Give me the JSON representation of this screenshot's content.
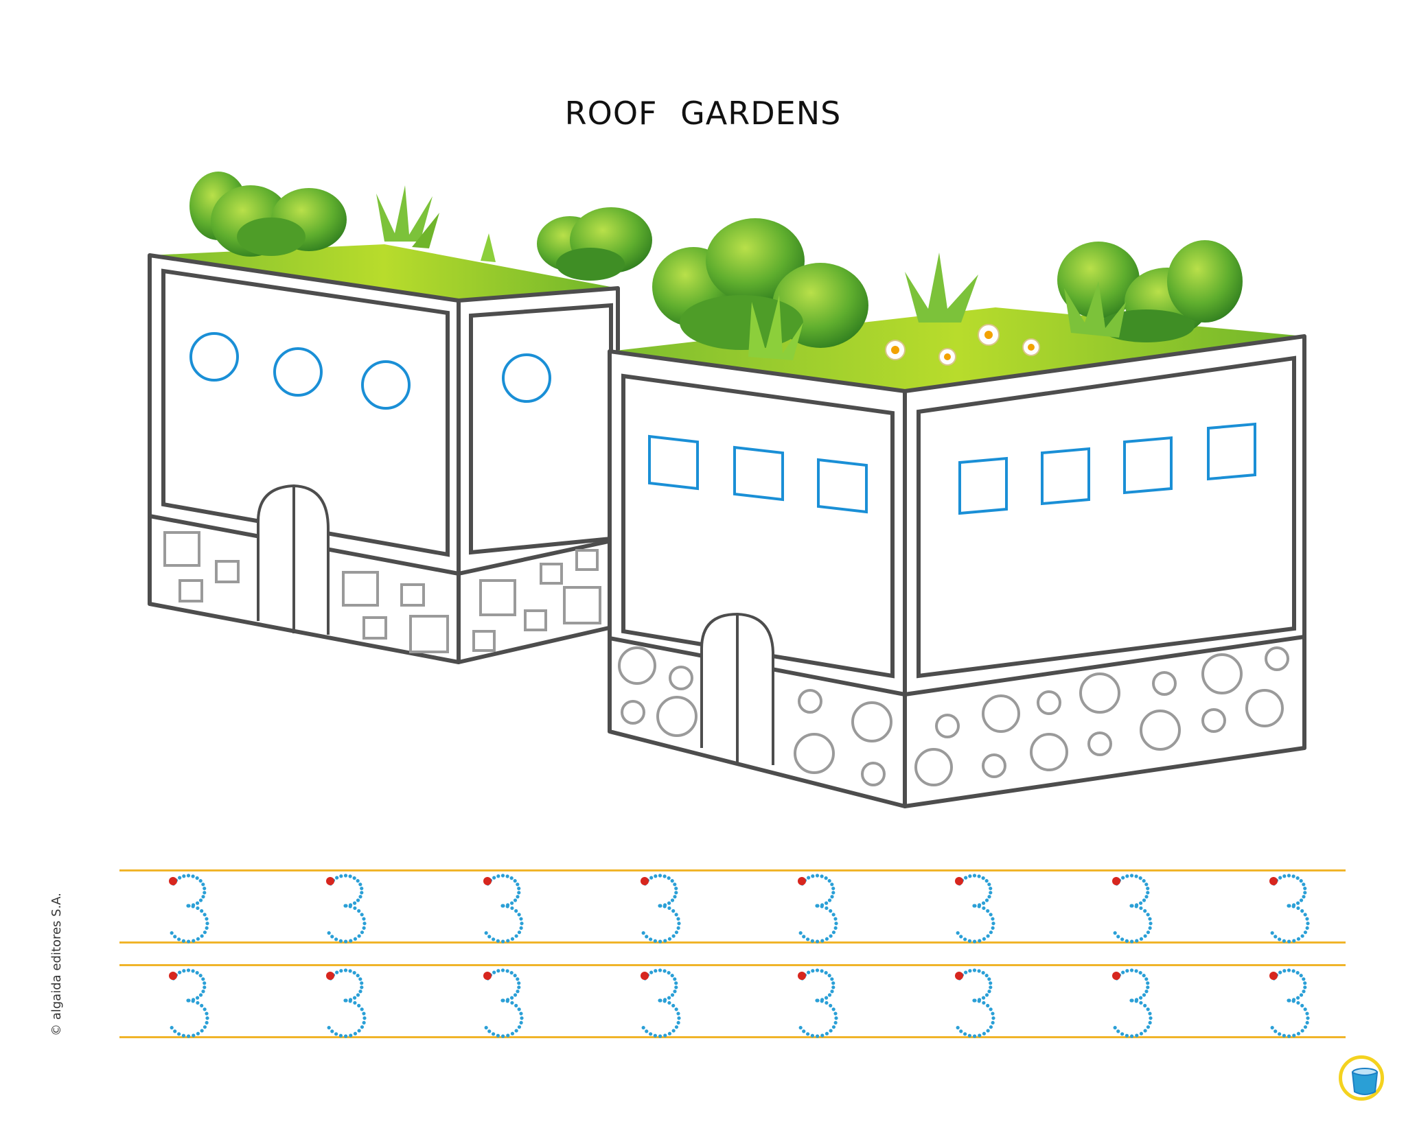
{
  "title": "ROOF   GARDENS",
  "copyright": "© algaida editores S.A.",
  "tracing": {
    "digit": "3",
    "rows": 2,
    "per_row": 8
  },
  "colors": {
    "outline": "#4d4d4d",
    "window_blue": "#1a8fd6",
    "stone_gray": "#9a9a9a",
    "grass": "#8cc63f",
    "bush_dark": "#3f9a2a",
    "guide_line": "#f0b429",
    "trace_dots": "#2a9fd6",
    "start_dot": "#d7261e",
    "badge_ring": "#f4d21f"
  },
  "icons": {
    "badge": "paint-pot-icon"
  }
}
